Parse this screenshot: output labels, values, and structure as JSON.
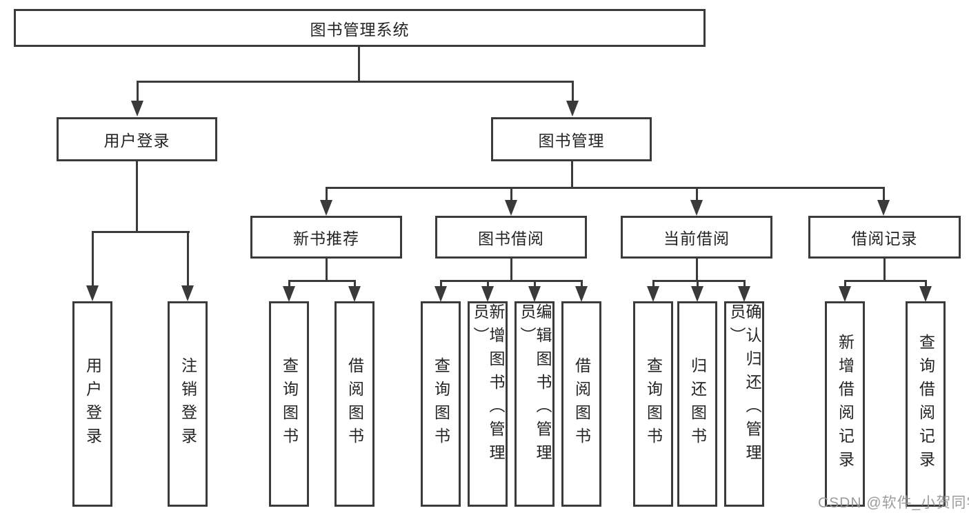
{
  "title": "图书管理系统",
  "branches": {
    "user": {
      "label": "用户登录",
      "children": [
        "用户登录",
        "注销登录"
      ]
    },
    "book": {
      "label": "图书管理",
      "groups": [
        {
          "label": "新书推荐",
          "children": [
            "查询图书",
            "借阅图书"
          ]
        },
        {
          "label": "图书借阅",
          "children": [
            "查询图书",
            "新增图书（管理员）",
            "编辑图书（管理员）",
            "借阅图书"
          ]
        },
        {
          "label": "当前借阅",
          "children": [
            "查询图书",
            "归还图书",
            "确认归还（管理员）"
          ]
        },
        {
          "label": "借阅记录",
          "children": [
            "新增借阅记录",
            "查询借阅记录"
          ]
        }
      ]
    }
  },
  "watermark": "CSDN @软件_小贺同学",
  "colors": {
    "line": "#3a3a3a",
    "text": "#242424",
    "background": "#ffffff",
    "watermark": "#949494"
  }
}
